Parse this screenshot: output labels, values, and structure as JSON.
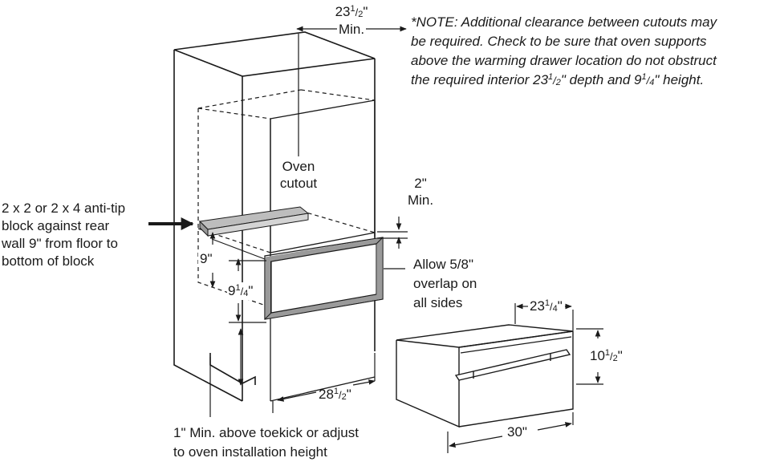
{
  "note": {
    "line1": "*NOTE: Additional clearance between cutouts may",
    "line2": "be required. Check to be sure that oven supports",
    "line3": "above the warming drawer location do not obstruct",
    "line4_pre": "the required interior 23",
    "line4_n1": "1",
    "line4_d1": "2",
    "line4_mid": "\" depth and 9",
    "line4_n2": "1",
    "line4_d2": "4",
    "line4_post": "\" height."
  },
  "labels": {
    "cabinet_width_whole": "23",
    "cabinet_width_num": "1",
    "cabinet_width_den": "2",
    "cabinet_width_unit": "\"",
    "cabinet_width_min": "Min.",
    "oven_cutout_1": "Oven",
    "oven_cutout_2": "cutout",
    "clearance_value": "2\"",
    "clearance_min": "Min.",
    "anti_tip_1": "2 x 2 or 2 x 4 anti-tip",
    "anti_tip_2": "block against rear",
    "anti_tip_3": "wall 9\" from floor to",
    "anti_tip_4": "bottom of block",
    "block_height": "9\"",
    "cutout_height_whole": "9",
    "cutout_height_num": "1",
    "cutout_height_den": "4",
    "cutout_height_unit": "\"",
    "overlap_1": "Allow 5/8\"",
    "overlap_2": "overlap on",
    "overlap_3": "all sides",
    "cutout_width_whole": "28",
    "cutout_width_num": "1",
    "cutout_width_den": "2",
    "cutout_width_unit": "\"",
    "toekick_1": "1\" Min. above toekick or adjust",
    "toekick_2": "to oven installation height",
    "drawer_depth_whole": "23",
    "drawer_depth_num": "1",
    "drawer_depth_den": "4",
    "drawer_depth_unit": "\"",
    "drawer_height_whole": "10",
    "drawer_height_num": "1",
    "drawer_height_den": "2",
    "drawer_height_unit": "\"",
    "drawer_width": "30\""
  }
}
